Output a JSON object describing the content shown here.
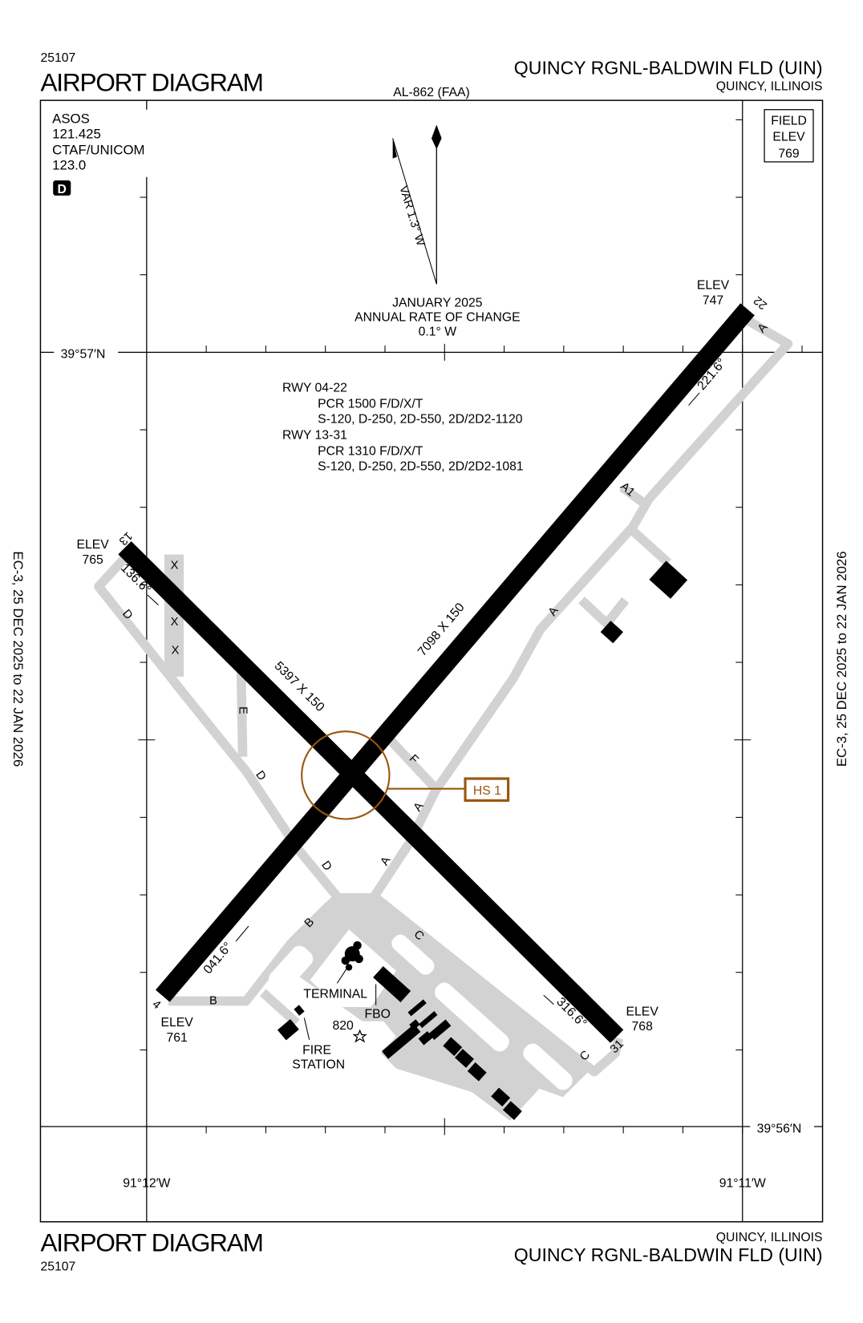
{
  "header": {
    "chart_number": "25107",
    "chart_type": "AIRPORT DIAGRAM",
    "airport_name": "QUINCY RGNL-BALDWIN FLD (UIN)",
    "location": "QUINCY, ILLINOIS",
    "procedure_id": "AL-862 (FAA)"
  },
  "footer": {
    "chart_number": "25107",
    "chart_type": "AIRPORT DIAGRAM",
    "airport_name": "QUINCY RGNL-BALDWIN FLD (UIN)",
    "location": "QUINCY, ILLINOIS"
  },
  "margin": {
    "left_effective": "EC-3,  25 DEC 2025  to  22 JAN 2026",
    "right_effective": "EC-3,  25 DEC 2025  to  22 JAN 2026"
  },
  "comms": {
    "lines": [
      "ASOS",
      "121.425",
      "CTAF/UNICOM",
      "123.0"
    ],
    "atis_badge": "D"
  },
  "field_elev": {
    "lines": [
      "FIELD",
      "ELEV",
      "769"
    ]
  },
  "magnetic": {
    "variation": "VAR 1.3° W",
    "epoch_lines": [
      "JANUARY 2025",
      "ANNUAL RATE OF CHANGE",
      "0.1° W"
    ]
  },
  "coordinates": {
    "lat_north": "39°57′N",
    "lat_south": "39°56′N",
    "lon_west": "91°12′W",
    "lon_east": "91°11′W"
  },
  "pcr": {
    "lines": [
      "RWY 04-22",
      "PCR 1500 F/D/X/T",
      "S-120, D-250, 2D-550, 2D/2D2-1120",
      "RWY 13-31",
      "PCR 1310 F/D/X/T",
      "S-120, D-250, 2D-550, 2D/2D2-1081"
    ]
  },
  "runways": {
    "r04_22": {
      "dims": "7098 X 150",
      "end_a": "4",
      "end_b": "22",
      "hdg_a": "041.6°",
      "hdg_b": "221.6°",
      "elev_a": [
        "ELEV",
        "761"
      ],
      "elev_b": [
        "ELEV",
        "747"
      ]
    },
    "r13_31": {
      "dims": "5397 X 150",
      "end_a": "13",
      "end_b": "31",
      "hdg_a": "136.6°",
      "hdg_b": "316.6°",
      "elev_a": [
        "ELEV",
        "765"
      ],
      "elev_b": [
        "ELEV",
        "768"
      ]
    }
  },
  "taxiways": {
    "a_north": "A",
    "a1": "A1",
    "a_mid": "A",
    "f": "F",
    "a_south1": "A",
    "a_south2": "A",
    "d1": "D",
    "e": "E",
    "d2": "D",
    "d3": "D",
    "b1": "B",
    "b2": "B",
    "c1": "C",
    "c2": "C",
    "x1": "X",
    "x2": "X",
    "x3": "X"
  },
  "hotspot": {
    "label": "HS 1",
    "color": "#9a560f"
  },
  "facilities": {
    "terminal": "TERMINAL",
    "fbo": "FBO",
    "beacon_elev": "820",
    "fire_station": [
      "FIRE",
      "STATION"
    ]
  },
  "colors": {
    "runway": "#000000",
    "taxiway": "#d2d2d2",
    "hotspot": "#9a560f"
  }
}
